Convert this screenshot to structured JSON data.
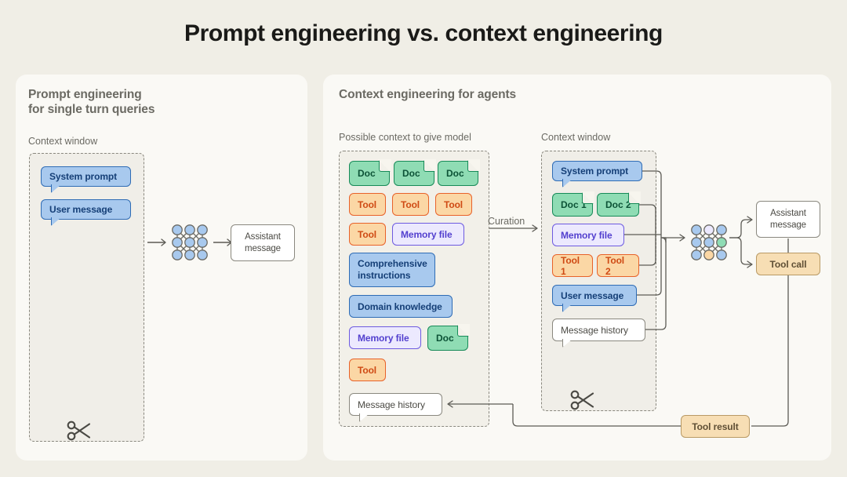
{
  "title": "Prompt engineering vs. context engineering",
  "colors": {
    "page_bg": "#f0eee6",
    "panel_bg": "#faf9f5",
    "blue": "#a8c9ee",
    "green": "#8fdcb4",
    "orange": "#fbd7a5",
    "purple": "#ece9fe",
    "tan": "#f7deb4",
    "white": "#ffffff",
    "line": "#5c5b55"
  },
  "left_panel": {
    "title": "Prompt engineering\nfor single turn queries",
    "context_window_label": "Context window",
    "boxes": [
      {
        "label": "System prompt",
        "kind": "bubble-blue"
      },
      {
        "label": "User message",
        "kind": "bubble-blue"
      }
    ],
    "model_icon": "neural-network-icon",
    "output": {
      "label": "Assistant\nmessage",
      "kind": "white-box"
    },
    "cut_icon": "scissors-icon"
  },
  "right_panel": {
    "title": "Context engineering for agents",
    "possible_context_label": "Possible context to give model",
    "context_window_label": "Context window",
    "curation_label": "Curation",
    "possible_context_items": [
      {
        "label": "Doc",
        "kind": "doc"
      },
      {
        "label": "Doc",
        "kind": "doc"
      },
      {
        "label": "Doc",
        "kind": "doc"
      },
      {
        "label": "Tool",
        "kind": "tool"
      },
      {
        "label": "Tool",
        "kind": "tool"
      },
      {
        "label": "Tool",
        "kind": "tool"
      },
      {
        "label": "Tool",
        "kind": "tool"
      },
      {
        "label": "Memory file",
        "kind": "memory"
      },
      {
        "label": "Comprehensive instructions",
        "kind": "instructions"
      },
      {
        "label": "Domain knowledge",
        "kind": "knowledge"
      },
      {
        "label": "Memory file",
        "kind": "memory"
      },
      {
        "label": "Doc",
        "kind": "doc"
      },
      {
        "label": "Tool",
        "kind": "tool"
      },
      {
        "label": "Message history",
        "kind": "bubble-white"
      }
    ],
    "context_window_items": [
      {
        "label": "System prompt",
        "kind": "bubble-blue"
      },
      {
        "label": "Doc 1",
        "kind": "doc"
      },
      {
        "label": "Doc 2",
        "kind": "doc"
      },
      {
        "label": "Memory file",
        "kind": "memory"
      },
      {
        "label": "Tool 1",
        "kind": "tool"
      },
      {
        "label": "Tool 2",
        "kind": "tool"
      },
      {
        "label": "User message",
        "kind": "bubble-blue"
      },
      {
        "label": "Message history",
        "kind": "bubble-white"
      }
    ],
    "model_icon": "neural-network-icon",
    "outputs": [
      {
        "label": "Assistant\nmessage",
        "kind": "white-box"
      },
      {
        "label": "Tool call",
        "kind": "tan-box"
      }
    ],
    "feedback": {
      "label": "Tool result",
      "kind": "tan-box"
    },
    "cut_icon": "scissors-icon"
  }
}
